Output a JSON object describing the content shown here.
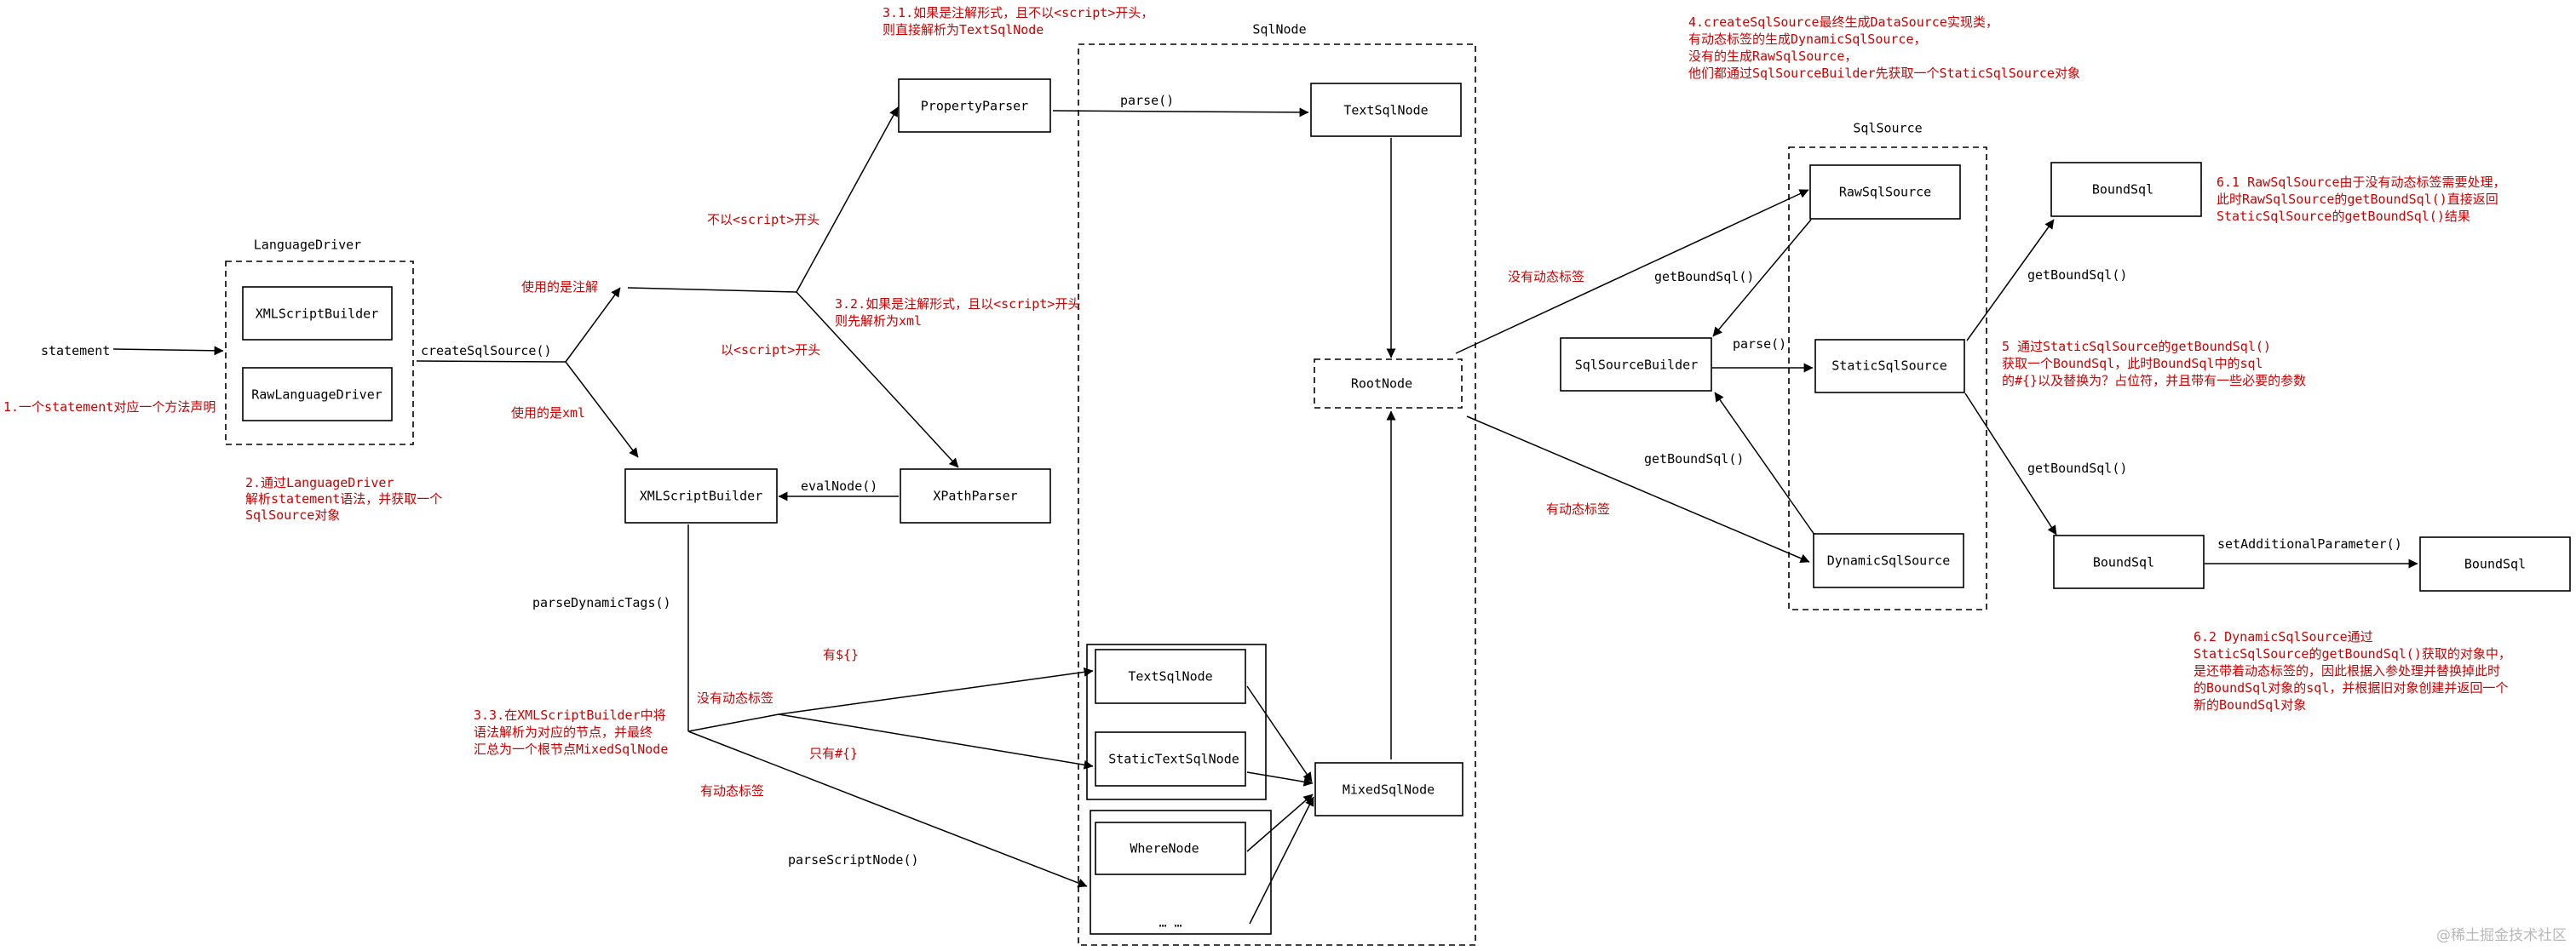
{
  "containers": {
    "language_driver": "LanguageDriver",
    "sql_node": "SqlNode",
    "sql_source": "SqlSource"
  },
  "nodes": {
    "xml_script_builder_inner": "XMLScriptBuilder",
    "raw_language_driver": "RawLanguageDriver",
    "property_parser": "PropertyParser",
    "xml_script_builder": "XMLScriptBuilder",
    "xpath_parser": "XPathParser",
    "text_sql_node_top": "TextSqlNode",
    "root_node": "RootNode",
    "text_sql_node": "TextSqlNode",
    "static_text_sql_node": "StaticTextSqlNode",
    "mixed_sql_node": "MixedSqlNode",
    "where_node": "WhereNode",
    "ellipsis": "… …",
    "sql_source_builder": "SqlSourceBuilder",
    "raw_sql_source": "RawSqlSource",
    "static_sql_source": "StaticSqlSource",
    "dynamic_sql_source": "DynamicSqlSource",
    "bound_sql_top": "BoundSql",
    "bound_sql_mid": "BoundSql",
    "bound_sql_right": "BoundSql"
  },
  "labels": {
    "statement": "statement",
    "create_sql_source": "createSqlSource()",
    "use_annotation": "使用的是注解",
    "use_xml": "使用的是xml",
    "not_script": "不以<script>开头",
    "with_script": "以<script>开头",
    "parse": "parse()",
    "eval_node": "evalNode()",
    "parse_dynamic_tags": "parseDynamicTags()",
    "has_dollar": "有${}",
    "no_dynamic_tag": "没有动态标签",
    "only_hash": "只有#{}",
    "has_dynamic_tag": "有动态标签",
    "parse_script_node": "parseScriptNode()",
    "no_dynamic_tag_2": "没有动态标签",
    "has_dynamic_tag_2": "有动态标签",
    "get_bound_sql_1": "getBoundSql()",
    "get_bound_sql_2": "getBoundSql()",
    "parse_2": "parse()",
    "get_bound_sql_3": "getBoundSql()",
    "get_bound_sql_4": "getBoundSql()",
    "set_additional_parameter": "setAdditionalParameter()"
  },
  "notes": {
    "n1": "1.一个statement对应一个方法声明",
    "n2": [
      "2.通过LanguageDriver",
      "解析statement语法，并获取一个",
      "SqlSource对象"
    ],
    "n31": [
      "3.1.如果是注解形式，且不以<script>开头，",
      "则直接解析为TextSqlNode"
    ],
    "n32": [
      "3.2.如果是注解形式，且以<script>开头",
      "则先解析为xml"
    ],
    "n33": [
      "3.3.在XMLScriptBuilder中将",
      "语法解析为对应的节点，并最终",
      "汇总为一个根节点MixedSqlNode"
    ],
    "n4": [
      "4.createSqlSource最终生成DataSource实现类，",
      "有动态标签的生成DynamicSqlSource，",
      "没有的生成RawSqlSource，",
      "他们都通过SqlSourceBuilder先获取一个StaticSqlSource对象"
    ],
    "n5": [
      "5 通过StaticSqlSource的getBoundSql()",
      "获取一个BoundSql，此时BoundSql中的sql",
      "的#{}以及替换为？占位符，并且带有一些必要的参数"
    ],
    "n61": [
      "6.1 RawSqlSource由于没有动态标签需要处理，",
      "此时RawSqlSource的getBoundSql()直接返回",
      "StaticSqlSource的getBoundSql()结果"
    ],
    "n62": [
      "6.2 DynamicSqlSource通过",
      "StaticSqlSource的getBoundSql()获取的对象中，",
      "是还带着动态标签的，因此根据入参处理并替换掉此时",
      "的BoundSql对象的sql，并根据旧对象创建并返回一个",
      "新的BoundSql对象"
    ]
  },
  "watermark": "@稀土掘金技术社区",
  "colors": {
    "note": "#cc0000",
    "stroke": "#000000",
    "background": "#ffffff"
  }
}
